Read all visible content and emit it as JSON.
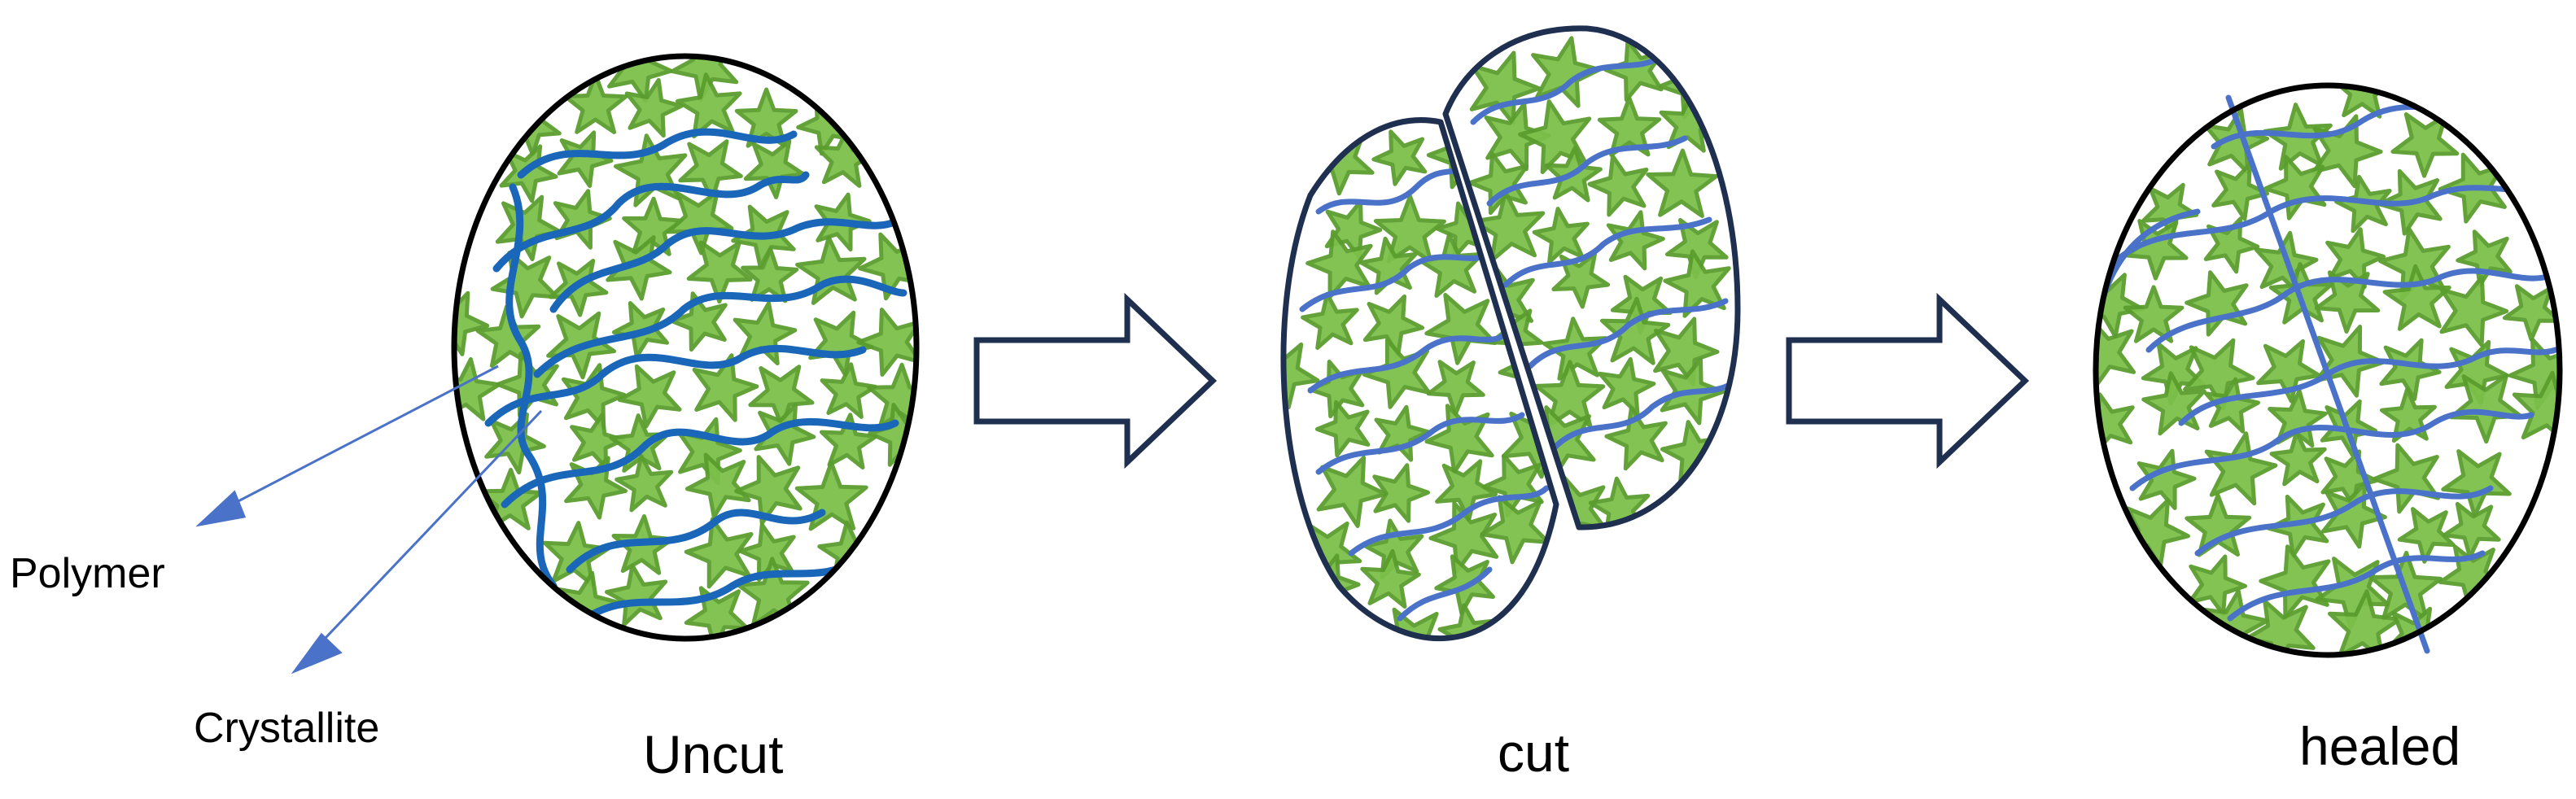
{
  "labels": {
    "polymer": "Polymer",
    "crystallite": "Crystallite",
    "uncut": "Uncut",
    "cut": "cut",
    "healed": "healed"
  },
  "colors": {
    "outline": "#000000",
    "dark_outline": "#1f2f4f",
    "crystallite_fill": "#7cc04a",
    "crystallite_stroke": "#5a9e2e",
    "polymer_chain": "#1a66b8",
    "polymer_chain_light": "#4a72c8",
    "pointer_line": "#4a72c8"
  },
  "icons": {
    "process_arrow": "right-arrow-outline-icon",
    "crystallite": "star-crystallite-icon"
  }
}
